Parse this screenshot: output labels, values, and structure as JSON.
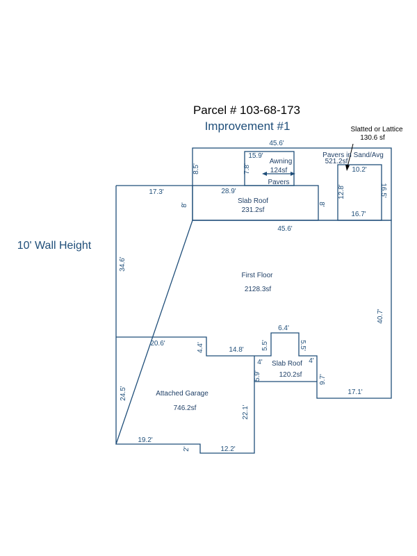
{
  "header": {
    "parcel": "Parcel # 103-68-173",
    "improvement": "Improvement #1",
    "wall_height": "10' Wall Height"
  },
  "areas": {
    "pavers_sand": {
      "name": "Pavers in Sand/Avg",
      "area": "521.2sf"
    },
    "awning": {
      "name": "Awning",
      "area": "124sf",
      "sub": "Pavers"
    },
    "slab_roof_top": {
      "name": "Slab Roof",
      "area": "231.2sf"
    },
    "first_floor": {
      "name": "First Floor",
      "area": "2128.3sf"
    },
    "slab_roof_bottom": {
      "name": "Slab Roof",
      "area": "120.2sf"
    },
    "garage": {
      "name": "Attached Garage",
      "area": "746.2sf"
    },
    "lattice": {
      "name": "Slatted or Lattice",
      "area": "130.6 sf"
    }
  },
  "dimensions": {
    "top_width": "45.6'",
    "awning_width": "15.9'",
    "left_pavers_height": "8.5'",
    "awning_height": "7.8'",
    "lattice_width": "10.2'",
    "lattice_left_height": "12.8'",
    "lattice_right_height": "16.5'",
    "lattice_bottom": "16.7'",
    "left_top_width": "17.3'",
    "slab_top_width": "28.9'",
    "slab_left_height": "8'",
    "slab_right_height": "8'",
    "mid_width": "45.6'",
    "left_height": "34.6'",
    "right_height": "40.7'",
    "garage_top_width": "20.6'",
    "step_height": "4.4'",
    "step_width": "14.8'",
    "bump_width": "6.4'",
    "bump_left_height": "5.5'",
    "bump_right_height": "5.5'",
    "slab2_left_offset": "4'",
    "slab2_right_offset": "4'",
    "slab2_left_height": "5.9'",
    "slab2_right_height": "9.7'",
    "bottom_right_width": "17.1'",
    "garage_left_height": "24.5'",
    "garage_right_height": "22.1'",
    "garage_bottom_width": "19.2'",
    "garage_jog": "2'",
    "garage_bottom_right": "12.2'"
  }
}
